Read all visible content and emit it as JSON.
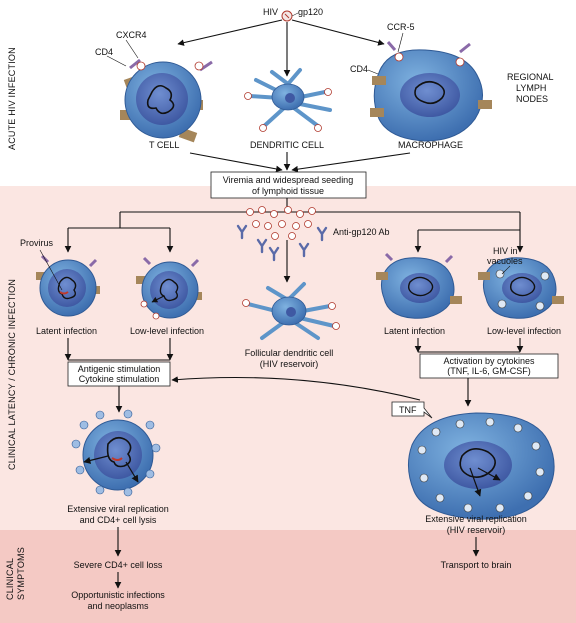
{
  "colors": {
    "acute_bg": "#ffffff",
    "latency_bg": "#fbe6e2",
    "symptoms_bg": "#f4c9c4",
    "cell_body": "#5e95c9",
    "cell_inner": "#4a6fb3",
    "nucleus": "#6f5fb0",
    "receptor_purple": "#8a6aa8",
    "receptor_brown": "#a5865a",
    "virus_red": "#c0392b"
  },
  "sections": {
    "acute": "ACUTE HIV INFECTION",
    "latency": "CLINICAL LATENCY / CHRONIC INFECTION",
    "symptoms": "CLINICAL SYMPTOMS"
  },
  "top": {
    "hiv": "HIV",
    "gp120": "gp120",
    "cxcr4": "CXCR4",
    "cd4_left": "CD4",
    "ccr5": "CCR-5",
    "cd4_right": "CD4",
    "t_cell": "T CELL",
    "dendritic_cell": "DENDRITIC CELL",
    "macrophage": "MACROPHAGE",
    "regional": [
      "REGIONAL",
      "LYMPH",
      "NODES"
    ]
  },
  "viremia_box": [
    "Viremia and widespread seeding",
    "of lymphoid tissue"
  ],
  "middle": {
    "anti_ab": "Anti-gp120 Ab",
    "provirus": "Provirus",
    "hiv_vacuoles": [
      "HIV in",
      "vacuoles"
    ],
    "latent_left": "Latent infection",
    "lowlevel_left": "Low-level infection",
    "latent_right": "Latent infection",
    "lowlevel_right": "Low-level infection",
    "follicular": [
      "Follicular dendritic cell",
      "(HIV reservoir)"
    ],
    "antigenic_box": [
      "Antigenic stimulation",
      "Cytokine stimulation"
    ],
    "activation_box": [
      "Activation by cytokines",
      "(TNF, IL-6, GM-CSF)"
    ],
    "tnf": "TNF",
    "ext_left": [
      "Extensive viral replication",
      "and CD4+ cell lysis"
    ],
    "ext_right": [
      "Extensive viral replication",
      "(HIV reservoir)"
    ]
  },
  "bottom": {
    "severe": "Severe CD4+ cell loss",
    "opportunistic": [
      "Opportunistic infections",
      "and neoplasms"
    ],
    "transport": "Transport to brain"
  }
}
